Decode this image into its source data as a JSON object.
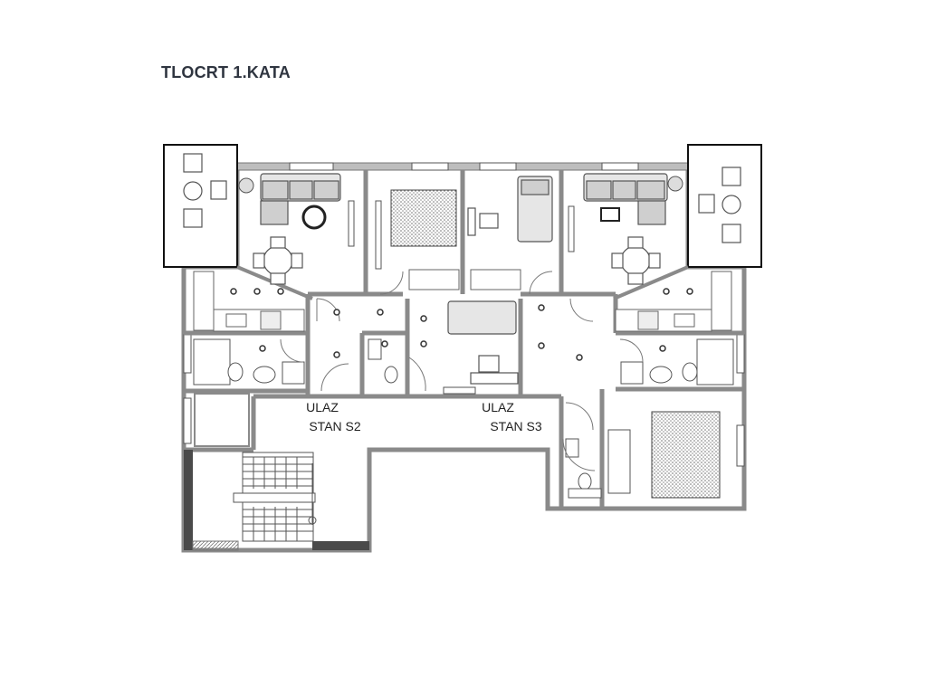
{
  "title": "TLOCRT 1.KATA",
  "labels": {
    "entrance_s2_line1": "ULAZ",
    "entrance_s2_line2": "STAN S2",
    "entrance_s3_line1": "ULAZ",
    "entrance_s3_line2": "STAN S3"
  },
  "colors": {
    "wall": "#8a8a8a",
    "wall_dark": "#555555",
    "furniture": "#9a9a9a",
    "background": "#ffffff"
  }
}
